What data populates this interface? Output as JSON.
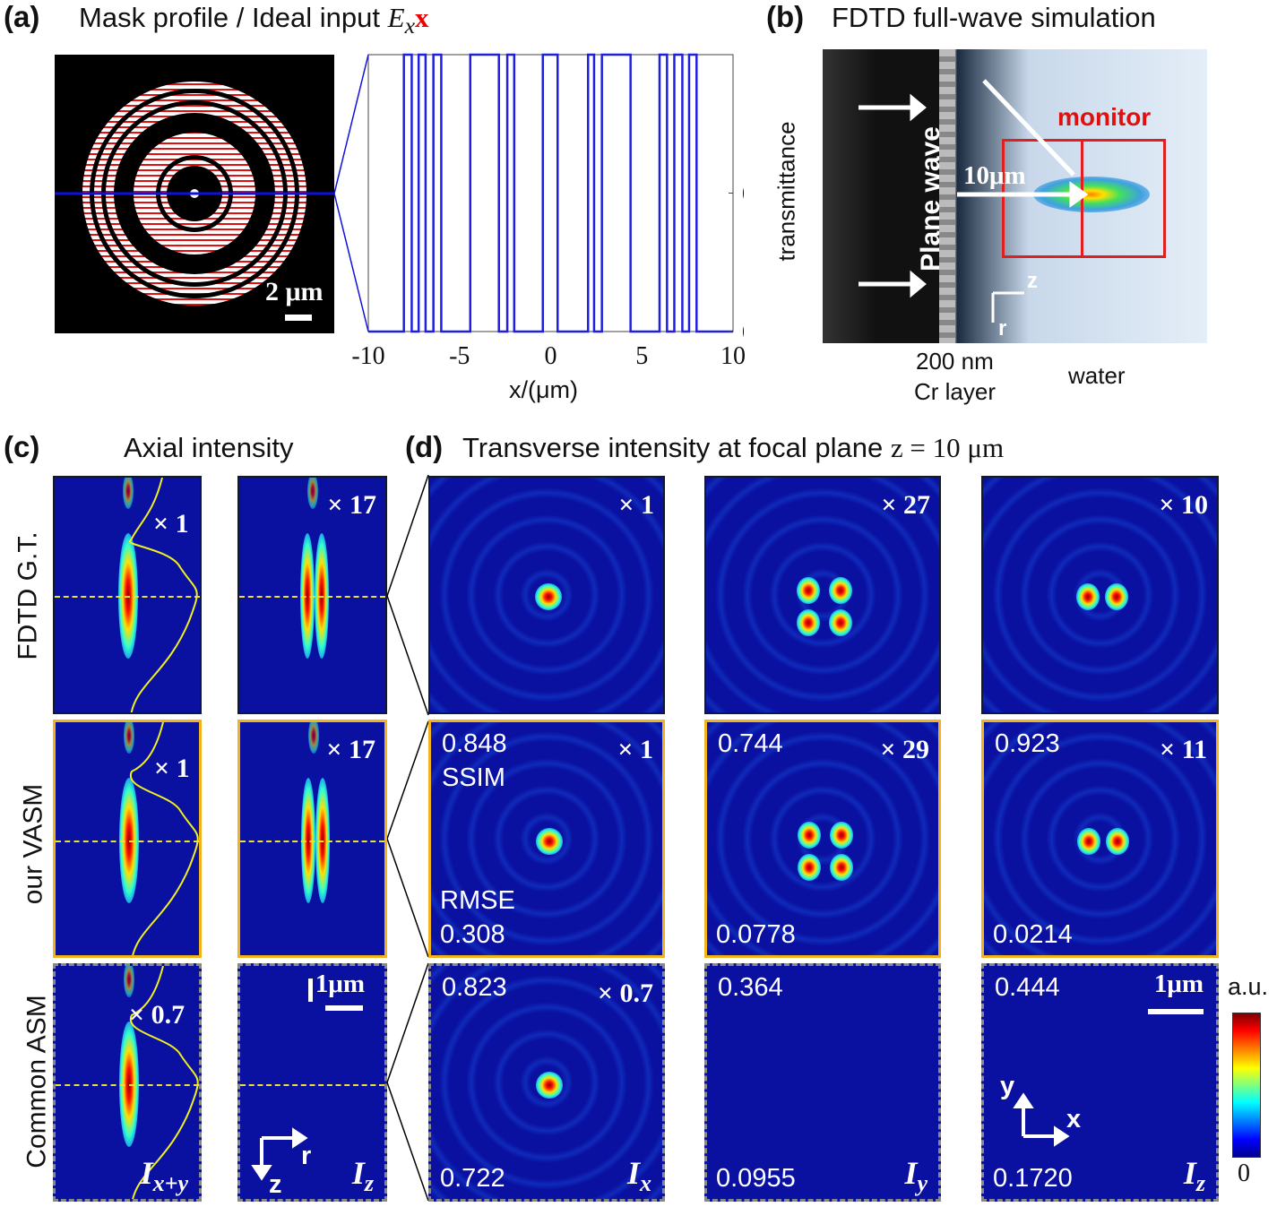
{
  "panel_a": {
    "label": "(a)",
    "title": "Mask profile / Ideal input ",
    "title_math_E": "E",
    "title_math_sub": "x",
    "title_math_vec": "x⃗",
    "scale_bar": "2 μm",
    "chart_data": {
      "type": "line",
      "xlabel": "x/(μm)",
      "ylabel": "",
      "xlim": [
        -10,
        10
      ],
      "ylim": [
        0,
        1
      ],
      "xticks": [
        "-10",
        "-5",
        "0",
        "5",
        "10"
      ],
      "yticks": [
        "0",
        "0.5",
        "1"
      ],
      "yaxis_side": "right",
      "line_color": "#1f1fe0",
      "high_intervals": [
        [
          -8.05,
          -7.62
        ],
        [
          -7.24,
          -6.86
        ],
        [
          -6.43,
          -6.0
        ],
        [
          -4.41,
          -2.84
        ],
        [
          -2.38,
          -2.0
        ],
        [
          -0.43,
          0.38
        ],
        [
          2.05,
          2.38
        ],
        [
          2.81,
          4.38
        ],
        [
          5.97,
          6.38
        ],
        [
          6.78,
          7.22
        ],
        [
          7.59,
          8.0
        ]
      ]
    }
  },
  "panel_b": {
    "label": "(b)",
    "title": "FDTD full-wave simulation",
    "transmittance": "transmittance",
    "plane_wave": "Plane wave",
    "monitor": "monitor",
    "distance": "10μm",
    "axis_z": "z",
    "axis_r": "r",
    "cr_1": "200 nm",
    "cr_2": "Cr layer",
    "water": "water"
  },
  "panel_c": {
    "label": "(c)",
    "title": "Axial intensity"
  },
  "panel_d": {
    "label": "(d)",
    "title": "Transverse intensity at focal plane ",
    "title_math": "z = 10 μm"
  },
  "rows": [
    "FDTD G.T.",
    "our VASM",
    "Common ASM"
  ],
  "grid": {
    "r1": {
      "c1": "× 1",
      "c2": "× 17",
      "d1": "× 1",
      "d2": "× 27",
      "d3": "× 10"
    },
    "r2": {
      "c1": "× 1",
      "c2": "× 17",
      "d1_ssim": "0.848",
      "ssim": "SSIM",
      "rmse": "RMSE",
      "d1_rmse": "0.308",
      "d1": "× 1",
      "d2_ssim": "0.744",
      "d2": "× 29",
      "d2_rmse": "0.0778",
      "d3_ssim": "0.923",
      "d3": "× 11",
      "d3_rmse": "0.0214"
    },
    "r3": {
      "c1": "× 0.7",
      "c1_I": "I",
      "c1_sub": "x+y",
      "c2_scale": "1μm",
      "c2_r": "r",
      "c2_z": "z",
      "c2_I": "I",
      "c2_sub": "z",
      "d1_ssim": "0.823",
      "d1": "× 0.7",
      "d1_rmse": "0.722",
      "d1_I": "I",
      "d1_sub": "x",
      "d2_ssim": "0.364",
      "d2_rmse": "0.0955",
      "d2_I": "I",
      "d2_sub": "y",
      "d3_ssim": "0.444",
      "d3_scale": "1μm",
      "d3_rmse": "0.1720",
      "d3_I": "I",
      "d3_sub": "z",
      "d3_y": "y",
      "d3_x": "x"
    }
  },
  "colorbar": {
    "unit": "a.u.",
    "min": "0",
    "colormap": "jet"
  }
}
